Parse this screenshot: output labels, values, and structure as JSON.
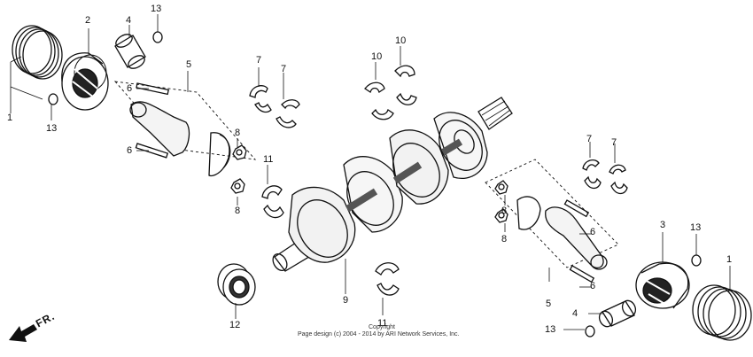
{
  "diagram": {
    "copyright_top": "Copyright",
    "copyright_text": "Page design (c) 2004 - 2014 by ARI Network Services, Inc.",
    "direction_label": "FR.",
    "callouts": [
      {
        "id": "c13a",
        "label": "13"
      },
      {
        "id": "c4a",
        "label": "4"
      },
      {
        "id": "c2",
        "label": "2"
      },
      {
        "id": "c5a",
        "label": "5"
      },
      {
        "id": "c6a",
        "label": "6"
      },
      {
        "id": "c6b",
        "label": "6"
      },
      {
        "id": "c1a",
        "label": "1"
      },
      {
        "id": "c13b",
        "label": "13"
      },
      {
        "id": "c8a",
        "label": "8"
      },
      {
        "id": "c8b",
        "label": "8"
      },
      {
        "id": "c7a",
        "label": "7"
      },
      {
        "id": "c7b",
        "label": "7"
      },
      {
        "id": "c10a",
        "label": "10"
      },
      {
        "id": "c10b",
        "label": "10"
      },
      {
        "id": "c11a",
        "label": "11"
      },
      {
        "id": "c9",
        "label": "9"
      },
      {
        "id": "c12",
        "label": "12"
      },
      {
        "id": "c11b",
        "label": "11"
      },
      {
        "id": "c7c",
        "label": "7"
      },
      {
        "id": "c7d",
        "label": "7"
      },
      {
        "id": "c8c",
        "label": "8"
      },
      {
        "id": "c8d",
        "label": "8"
      },
      {
        "id": "c6c",
        "label": "6"
      },
      {
        "id": "c6d",
        "label": "6"
      },
      {
        "id": "c5b",
        "label": "5"
      },
      {
        "id": "c3",
        "label": "3"
      },
      {
        "id": "c13c",
        "label": "13"
      },
      {
        "id": "c1b",
        "label": "1"
      },
      {
        "id": "c4b",
        "label": "4"
      },
      {
        "id": "c13d",
        "label": "13"
      }
    ]
  }
}
